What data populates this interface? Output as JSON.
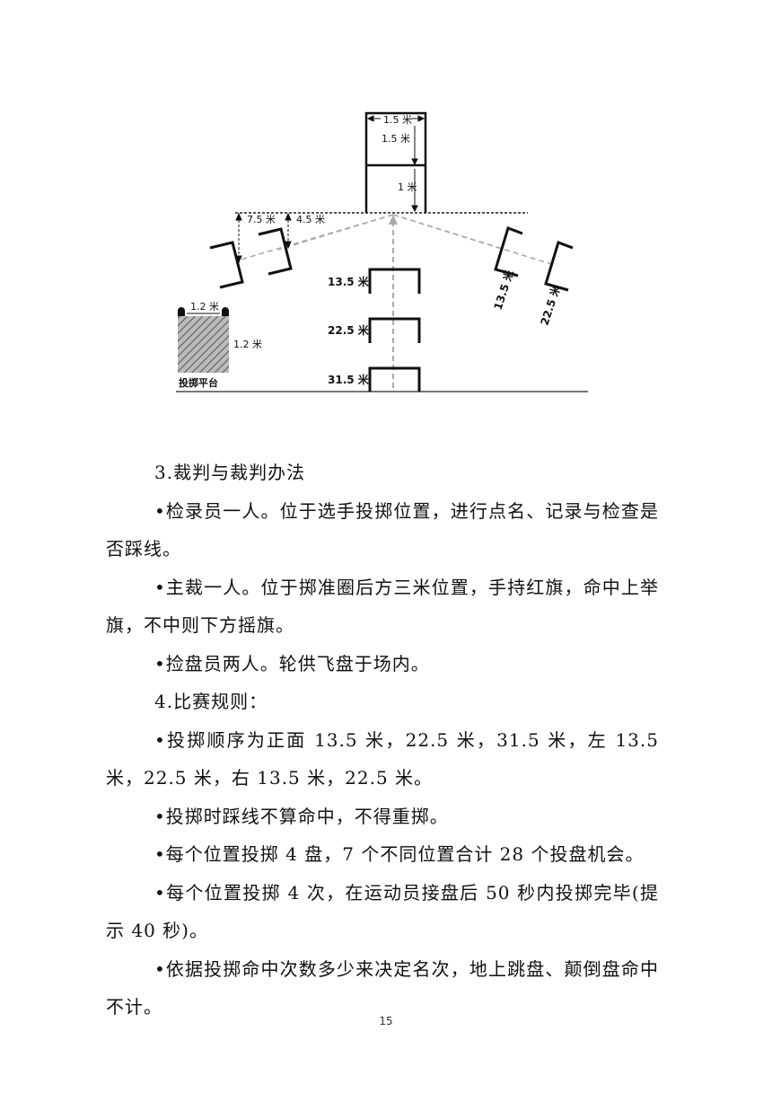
{
  "diagram": {
    "labels": {
      "top_width": "1.5 米",
      "top_height": "1.5 米",
      "gap_1m": "1 米",
      "left_far": "7.5 米",
      "left_near": "4.5 米",
      "center_1": "13.5 米",
      "center_2": "22.5 米",
      "center_3": "31.5 米",
      "right_1": "13.5 米",
      "right_2": "22.5 米",
      "platform_width": "1.2 米",
      "platform_height": "1.2 米",
      "platform_name": "投掷平台"
    }
  },
  "section3": {
    "heading": "3.裁判与裁判办法",
    "items": [
      "•检录员一人。位于选手投掷位置，进行点名、记录与检查是否踩线。",
      "•主裁一人。位于掷准圈后方三米位置，手持红旗，命中上举旗，不中则下方摇旗。",
      "•捡盘员两人。轮供飞盘于场内。"
    ]
  },
  "section4": {
    "heading": "4.比赛规则：",
    "items": [
      "•投掷顺序为正面 13.5 米，22.5 米，31.5 米，左 13.5 米，22.5 米，右 13.5 米，22.5 米。",
      "•投掷时踩线不算命中，不得重掷。",
      "•每个位置投掷 4 盘，7 个不同位置合计 28 个投盘机会。",
      "•每个位置投掷 4 次，在运动员接盘后 50 秒内投掷完毕(提示 40 秒)。",
      "•依据投掷命中次数多少来决定名次，地上跳盘、颠倒盘命中不计。"
    ]
  },
  "footer": {
    "page_number": "15"
  }
}
